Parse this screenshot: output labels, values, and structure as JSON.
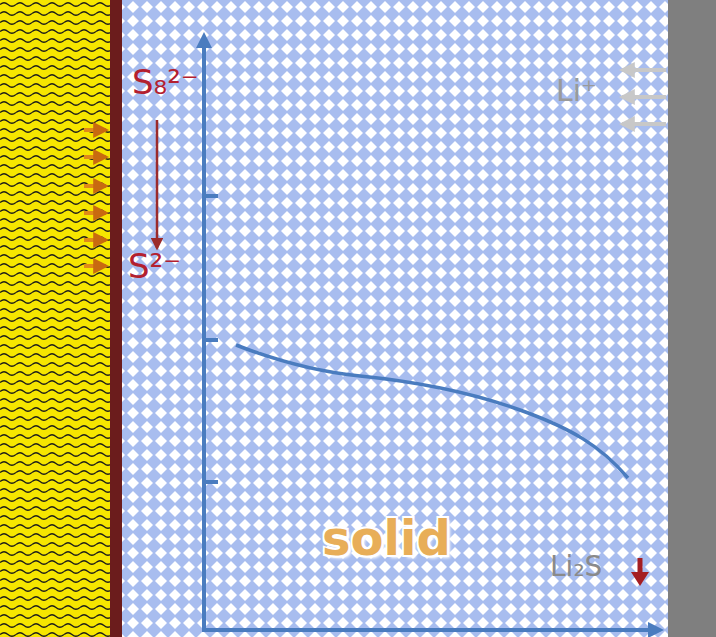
{
  "diagram": {
    "labels": [
      "S₈²⁻",
      "S²⁻",
      "Li⁺",
      "solid",
      "Li₂S"
    ]
  }
}
